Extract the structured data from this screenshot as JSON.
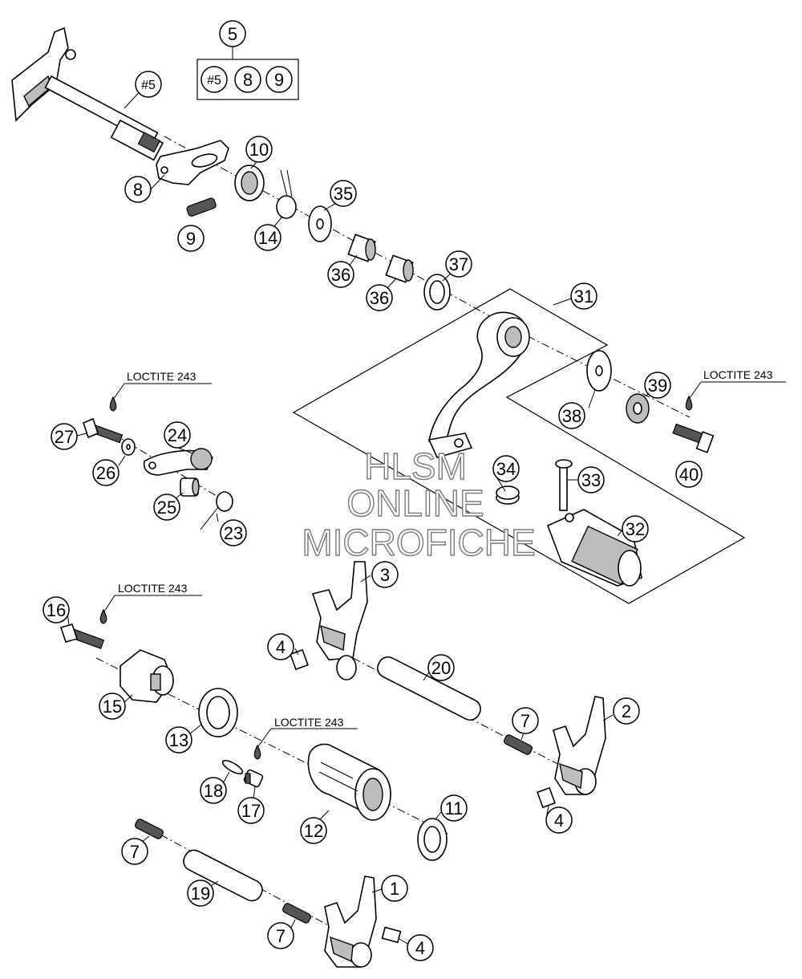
{
  "callouts": {
    "c5": "5",
    "c5_group_a": "#5",
    "c5_group_b": "8",
    "c5_group_c": "9",
    "c_shaft": "#5",
    "c8": "8",
    "c9": "9",
    "c10": "10",
    "c14": "14",
    "c35": "35",
    "c36a": "36",
    "c36b": "36",
    "c37": "37",
    "c31": "31",
    "c39": "39",
    "c38": "38",
    "c40": "40",
    "c34": "34",
    "c33": "33",
    "c32": "32",
    "c27": "27",
    "c26": "26",
    "c24": "24",
    "c25": "25",
    "c23": "23",
    "c3": "3",
    "c4a": "4",
    "c20": "20",
    "c16": "16",
    "c15": "15",
    "c13": "13",
    "c18": "18",
    "c17": "17",
    "c12": "12",
    "c11": "11",
    "c7a": "7",
    "c2": "2",
    "c4b": "4",
    "c7b": "7",
    "c19": "19",
    "c1": "1",
    "c7c": "7",
    "c4c": "4"
  },
  "loctite": {
    "l1": "LOCTITE 243",
    "l2": "LOCTITE 243",
    "l3": "LOCTITE 243",
    "l4": "LOCTITE 243"
  },
  "watermark": {
    "line1": "HLSM",
    "line2": "ONLINE",
    "line3": "MICROFICHE"
  },
  "colors": {
    "line": "#000000",
    "shade": "#bdbdbd",
    "watermark_outline": "#7a7a7a"
  }
}
